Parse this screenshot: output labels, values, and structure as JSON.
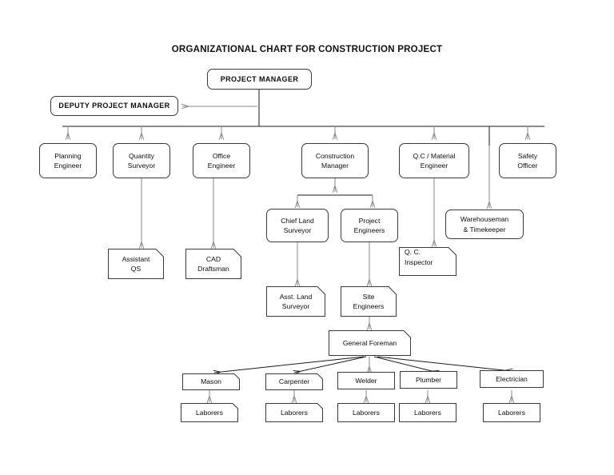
{
  "title": "ORGANIZATIONAL CHART FOR CONSTRUCTION PROJECT",
  "colors": {
    "box_stroke": "#3a3a3a",
    "connector": "#8a8a8a",
    "connector_dark": "#1a1a1a",
    "text": "#0d0d0d",
    "background": "#ffffff"
  },
  "chart_data": {
    "type": "diagram",
    "title": "ORGANIZATIONAL CHART FOR CONSTRUCTION PROJECT",
    "diagram_kind": "organizational-chart",
    "nodes": [
      {
        "id": "project-manager",
        "label": "PROJECT MANAGER",
        "lines": [
          "PROJECT MANAGER"
        ],
        "shape": "rounded",
        "level": 0
      },
      {
        "id": "deputy-project-manager",
        "label": "DEPUTY PROJECT MANAGER",
        "lines": [
          "DEPUTY PROJECT MANAGER"
        ],
        "shape": "rounded",
        "level": 1
      },
      {
        "id": "planning-engineer",
        "label": "Planning Engineer",
        "lines": [
          "Planning",
          "Engineer"
        ],
        "shape": "rounded",
        "level": 2
      },
      {
        "id": "quantity-surveyor",
        "label": "Quantity Surveyor",
        "lines": [
          "Quantity",
          "Surveyor"
        ],
        "shape": "rounded",
        "level": 2
      },
      {
        "id": "office-engineer",
        "label": "Office Engineer",
        "lines": [
          "Office",
          "Engineer"
        ],
        "shape": "rounded",
        "level": 2
      },
      {
        "id": "construction-manager",
        "label": "Construction Manager",
        "lines": [
          "Construction",
          "Manager"
        ],
        "shape": "rounded",
        "level": 2
      },
      {
        "id": "qc-material-engineer",
        "label": "Q.C / Material Engineer",
        "lines": [
          "Q.C / Material",
          "Engineer"
        ],
        "shape": "rounded",
        "level": 2
      },
      {
        "id": "safety-officer",
        "label": "Safety Officer",
        "lines": [
          "Safety",
          "Officer"
        ],
        "shape": "rounded",
        "level": 2
      },
      {
        "id": "chief-land-surveyor",
        "label": "Chief Land Surveyor",
        "lines": [
          "Chief Land",
          "Surveyor"
        ],
        "shape": "rounded",
        "level": 3
      },
      {
        "id": "project-engineers",
        "label": "Project Engineers",
        "lines": [
          "Project",
          "Engineers"
        ],
        "shape": "rounded",
        "level": 3
      },
      {
        "id": "warehouseman-timekeeper",
        "label": "Warehouseman & Timekeeper",
        "lines": [
          "Warehouseman",
          "& Timekeeper"
        ],
        "shape": "rounded",
        "level": 3
      },
      {
        "id": "assistant-qs",
        "label": "Assistant QS",
        "lines": [
          "Assistant",
          "QS"
        ],
        "shape": "clipped",
        "level": 3
      },
      {
        "id": "cad-draftsman",
        "label": "CAD Draftsman",
        "lines": [
          "CAD",
          "Draftsman"
        ],
        "shape": "clipped",
        "level": 3
      },
      {
        "id": "qc-inspector",
        "label": "Q. C. Inspector",
        "lines": [
          "Q. C.",
          "Inspector"
        ],
        "shape": "clipped",
        "align": "left",
        "level": 4
      },
      {
        "id": "asst-land-surveyor",
        "label": "Asst. Land Surveyor",
        "lines": [
          "Asst. Land",
          "Surveyor"
        ],
        "shape": "clipped",
        "level": 4
      },
      {
        "id": "site-engineers",
        "label": "Site Engineers",
        "lines": [
          "Site",
          "Engineers"
        ],
        "shape": "clipped",
        "level": 4
      },
      {
        "id": "general-foreman",
        "label": "General Foreman",
        "lines": [
          "General Foreman"
        ],
        "shape": "clipped",
        "level": 5
      },
      {
        "id": "mason",
        "label": "Mason",
        "lines": [
          "Mason"
        ],
        "shape": "clipped",
        "level": 6
      },
      {
        "id": "carpenter",
        "label": "Carpenter",
        "lines": [
          "Carpenter"
        ],
        "shape": "clipped",
        "level": 6
      },
      {
        "id": "welder",
        "label": "Welder",
        "lines": [
          "Welder"
        ],
        "shape": "rect",
        "level": 6
      },
      {
        "id": "plumber",
        "label": "Plumber",
        "lines": [
          "Plumber"
        ],
        "shape": "rect",
        "level": 6
      },
      {
        "id": "electrician",
        "label": "Electrician",
        "lines": [
          "Electrician"
        ],
        "shape": "rect",
        "level": 6
      },
      {
        "id": "laborers-mason",
        "label": "Laborers",
        "lines": [
          "Laborers"
        ],
        "shape": "clipped",
        "level": 7
      },
      {
        "id": "laborers-carpenter",
        "label": "Laborers",
        "lines": [
          "Laborers"
        ],
        "shape": "clipped",
        "level": 7
      },
      {
        "id": "laborers-welder",
        "label": "Laborers",
        "lines": [
          "Laborers"
        ],
        "shape": "rect",
        "level": 7
      },
      {
        "id": "laborers-plumber",
        "label": "Laborers",
        "lines": [
          "Laborers"
        ],
        "shape": "rect",
        "level": 7
      },
      {
        "id": "laborers-electrician",
        "label": "Laborers",
        "lines": [
          "Laborers"
        ],
        "shape": "rect",
        "level": 7
      }
    ],
    "edges": [
      {
        "from": "project-manager",
        "to": "deputy-project-manager",
        "style": "elbow-arrow-left"
      },
      {
        "from": "project-manager",
        "to": "planning-engineer",
        "style": "bus-arrow-down"
      },
      {
        "from": "project-manager",
        "to": "quantity-surveyor",
        "style": "bus-arrow-down"
      },
      {
        "from": "project-manager",
        "to": "office-engineer",
        "style": "bus-arrow-down"
      },
      {
        "from": "project-manager",
        "to": "construction-manager",
        "style": "bus-arrow-down"
      },
      {
        "from": "project-manager",
        "to": "qc-material-engineer",
        "style": "bus-arrow-down"
      },
      {
        "from": "project-manager",
        "to": "safety-officer",
        "style": "bus-arrow-down"
      },
      {
        "from": "quantity-surveyor",
        "to": "assistant-qs",
        "style": "arrow-down"
      },
      {
        "from": "office-engineer",
        "to": "cad-draftsman",
        "style": "arrow-down"
      },
      {
        "from": "construction-manager",
        "to": "chief-land-surveyor",
        "style": "split-arrow-down"
      },
      {
        "from": "construction-manager",
        "to": "project-engineers",
        "style": "split-arrow-down"
      },
      {
        "from": "qc-material-engineer",
        "to": "qc-inspector",
        "style": "arrow-down"
      },
      {
        "from": "safety-officer",
        "to": "warehouseman-timekeeper",
        "style": "arrow-down"
      },
      {
        "from": "chief-land-surveyor",
        "to": "asst-land-surveyor",
        "style": "arrow-down"
      },
      {
        "from": "project-engineers",
        "to": "site-engineers",
        "style": "arrow-down"
      },
      {
        "from": "site-engineers",
        "to": "general-foreman",
        "style": "arrow-down"
      },
      {
        "from": "general-foreman",
        "to": "mason",
        "style": "diagonal-arrow"
      },
      {
        "from": "general-foreman",
        "to": "carpenter",
        "style": "diagonal-arrow"
      },
      {
        "from": "general-foreman",
        "to": "welder",
        "style": "arrow-down"
      },
      {
        "from": "general-foreman",
        "to": "plumber",
        "style": "diagonal-arrow"
      },
      {
        "from": "general-foreman",
        "to": "electrician",
        "style": "diagonal-arrow"
      },
      {
        "from": "mason",
        "to": "laborers-mason",
        "style": "arrow-down"
      },
      {
        "from": "carpenter",
        "to": "laborers-carpenter",
        "style": "arrow-down"
      },
      {
        "from": "welder",
        "to": "laborers-welder",
        "style": "arrow-down"
      },
      {
        "from": "plumber",
        "to": "laborers-plumber",
        "style": "arrow-down"
      },
      {
        "from": "electrician",
        "to": "laborers-electrician",
        "style": "arrow-down"
      }
    ]
  }
}
